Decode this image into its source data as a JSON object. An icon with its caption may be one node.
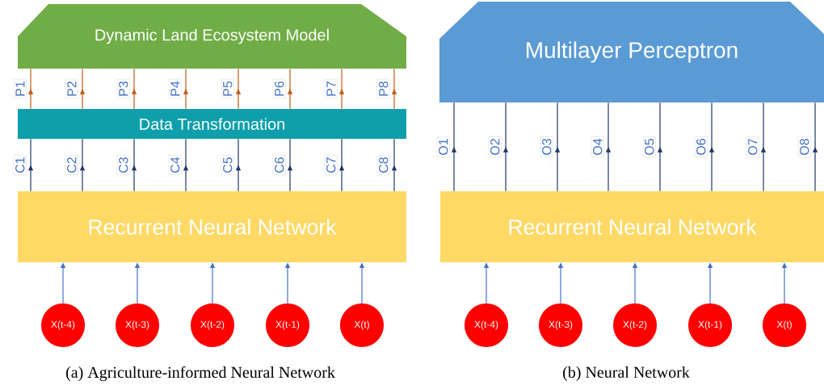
{
  "diagram": {
    "nodes": [
      {
        "text": [
          "Dynamic Land Ecosystem Model"
        ]
      },
      {
        "text": [
          "Data Transformation"
        ]
      },
      {
        "text": [
          "Recurrent Neural Network"
        ]
      },
      {
        "text": [
          "X(t-4)"
        ]
      },
      {
        "text": [
          "X(t-3)"
        ]
      },
      {
        "text": [
          "X(t-2)"
        ]
      },
      {
        "text": [
          "X(t-1)"
        ]
      },
      {
        "text": [
          "X(t)"
        ]
      },
      {
        "text": [
          "Multilayer Perceptron"
        ]
      },
      {
        "text": [
          "Recurrent Neural Network"
        ]
      },
      {
        "text": [
          "X(t-4)"
        ]
      },
      {
        "text": [
          "X(t-3)"
        ]
      },
      {
        "text": [
          "X(t-2)"
        ]
      },
      {
        "text": [
          "X(t-1)"
        ]
      },
      {
        "text": [
          "X(t)"
        ]
      }
    ],
    "edges": [
      {
        "from": 1,
        "to": 0,
        "arrow": "to",
        "label": "P1",
        "color": "#c55a11"
      },
      {
        "from": 1,
        "to": 0,
        "arrow": "to",
        "label": "P2",
        "color": "#c55a11"
      },
      {
        "from": 1,
        "to": 0,
        "arrow": "to",
        "label": "P3",
        "color": "#c55a11"
      },
      {
        "from": 1,
        "to": 0,
        "arrow": "to",
        "label": "P4",
        "color": "#c55a11"
      },
      {
        "from": 1,
        "to": 0,
        "arrow": "to",
        "label": "P5",
        "color": "#c55a11"
      },
      {
        "from": 1,
        "to": 0,
        "arrow": "to",
        "label": "P6",
        "color": "#c55a11"
      },
      {
        "from": 1,
        "to": 0,
        "arrow": "to",
        "label": "P7",
        "color": "#c55a11"
      },
      {
        "from": 1,
        "to": 0,
        "arrow": "to",
        "label": "P8",
        "color": "#c55a11"
      },
      {
        "from": 2,
        "to": 1,
        "arrow": "to",
        "label": "C1"
      },
      {
        "from": 2,
        "to": 1,
        "arrow": "to",
        "label": "C2"
      },
      {
        "from": 2,
        "to": 1,
        "arrow": "to",
        "label": "C3"
      },
      {
        "from": 2,
        "to": 1,
        "arrow": "to",
        "label": "C4"
      },
      {
        "from": 2,
        "to": 1,
        "arrow": "to",
        "label": "C5"
      },
      {
        "from": 2,
        "to": 1,
        "arrow": "to",
        "label": "C6"
      },
      {
        "from": 2,
        "to": 1,
        "arrow": "to",
        "label": "C7"
      },
      {
        "from": 2,
        "to": 1,
        "arrow": "to",
        "label": "C8"
      },
      {
        "from": 3,
        "to": 2,
        "arrow": "to",
        "color": "#4472c4"
      },
      {
        "from": 4,
        "to": 2,
        "arrow": "to",
        "color": "#4472c4"
      },
      {
        "from": 5,
        "to": 2,
        "arrow": "to",
        "color": "#4472c4"
      },
      {
        "from": 6,
        "to": 2,
        "arrow": "to",
        "color": "#4472c4"
      },
      {
        "from": 7,
        "to": 2,
        "arrow": "to",
        "color": "#4472c4"
      },
      {
        "from": 9,
        "to": 8,
        "arrow": "to",
        "label": "O1"
      },
      {
        "from": 9,
        "to": 8,
        "arrow": "to",
        "label": "O2"
      },
      {
        "from": 9,
        "to": 8,
        "arrow": "to",
        "label": "O3"
      },
      {
        "from": 9,
        "to": 8,
        "arrow": "to",
        "label": "O4"
      },
      {
        "from": 9,
        "to": 8,
        "arrow": "to",
        "label": "O5"
      },
      {
        "from": 9,
        "to": 8,
        "arrow": "to",
        "label": "O6"
      },
      {
        "from": 9,
        "to": 8,
        "arrow": "to",
        "label": "O7"
      },
      {
        "from": 9,
        "to": 8,
        "arrow": "to",
        "label": "O8"
      },
      {
        "from": 10,
        "to": 9,
        "arrow": "to",
        "color": "#4472c4"
      },
      {
        "from": 11,
        "to": 9,
        "arrow": "to",
        "color": "#4472c4"
      },
      {
        "from": 12,
        "to": 9,
        "arrow": "to",
        "color": "#4472c4"
      },
      {
        "from": 13,
        "to": 9,
        "arrow": "to",
        "color": "#4472c4"
      },
      {
        "from": 14,
        "to": 9,
        "arrow": "to",
        "color": "#4472c4"
      }
    ],
    "labels": [
      "(a) Agriculture-informed Neural Network",
      "(b) Neural Network"
    ]
  }
}
